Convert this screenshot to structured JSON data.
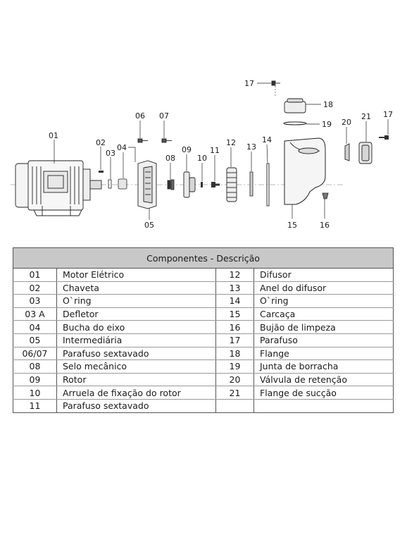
{
  "diagram": {
    "callouts": {
      "c01": "01",
      "c02": "02",
      "c03": "03",
      "c04": "04",
      "c05": "05",
      "c06": "06",
      "c07": "07",
      "c08": "08",
      "c09": "09",
      "c10": "10",
      "c11": "11",
      "c12": "12",
      "c13": "13",
      "c14": "14",
      "c15": "15",
      "c16": "16",
      "c17a": "17",
      "c17b": "17",
      "c18": "18",
      "c19": "19",
      "c20": "20",
      "c21": "21"
    }
  },
  "table": {
    "title": "Componentes - Descrição",
    "rows": [
      {
        "code_left": "01",
        "desc_left": "Motor Elétrico",
        "code_right": "12",
        "desc_right": "Difusor"
      },
      {
        "code_left": "02",
        "desc_left": "Chaveta",
        "code_right": "13",
        "desc_right": "Anel do difusor"
      },
      {
        "code_left": "03",
        "desc_left": "O`ring",
        "code_right": "14",
        "desc_right": "O`ring"
      },
      {
        "code_left": "03 A",
        "desc_left": "Defletor",
        "code_right": "15",
        "desc_right": "Carcaça"
      },
      {
        "code_left": "04",
        "desc_left": "Bucha do eixo",
        "code_right": "16",
        "desc_right": "Bujão de limpeza"
      },
      {
        "code_left": "05",
        "desc_left": "Intermediária",
        "code_right": "17",
        "desc_right": "Parafuso"
      },
      {
        "code_left": "06/07",
        "desc_left": "Parafuso sextavado",
        "code_right": "18",
        "desc_right": "Flange"
      },
      {
        "code_left": "08",
        "desc_left": "Selo mecânico",
        "code_right": "19",
        "desc_right": "Junta de borracha"
      },
      {
        "code_left": "09",
        "desc_left": "Rotor",
        "code_right": "20",
        "desc_right": "Válvula de retenção"
      },
      {
        "code_left": "10",
        "desc_left": "Arruela de fixação do rotor",
        "code_right": "21",
        "desc_right": "Flange de sucção"
      },
      {
        "code_left": "11",
        "desc_left": "Parafuso sextavado",
        "code_right": "",
        "desc_right": ""
      }
    ]
  }
}
